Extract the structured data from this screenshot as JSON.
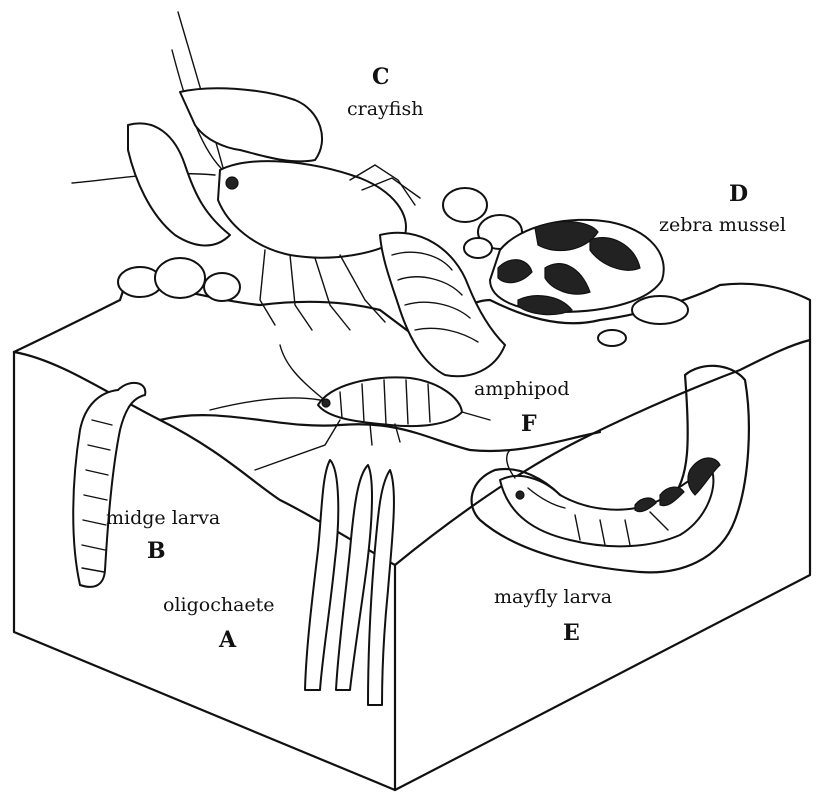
{
  "organisms": {
    "crayfish": {
      "letter": "C",
      "name": "crayfish"
    },
    "zebra_mussel": {
      "letter": "D",
      "name": "zebra mussel"
    },
    "amphipod": {
      "letter": "F",
      "name": "amphipod"
    },
    "midge_larva": {
      "letter": "B",
      "name": "midge larva"
    },
    "oligochaete": {
      "letter": "A",
      "name": "oligochaete"
    },
    "mayfly_larva": {
      "letter": "E",
      "name": "mayfly larva"
    }
  }
}
